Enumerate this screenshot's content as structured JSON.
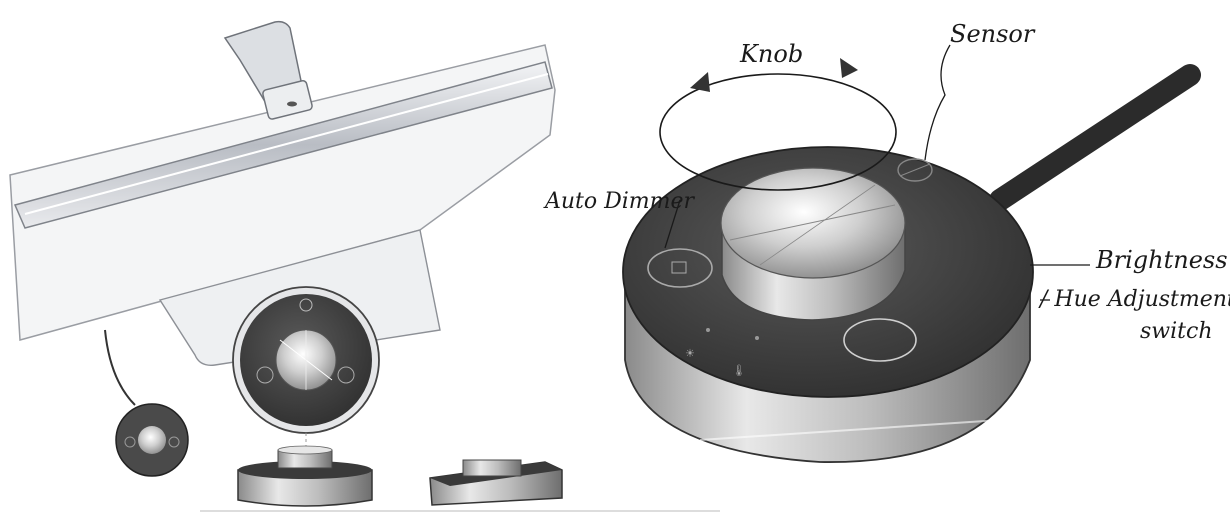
{
  "labels": {
    "knob": "Knob",
    "sensor": "Sensor",
    "auto_dimmer": "Auto Dimmer",
    "brightness": "Brightness",
    "hue_adjustment": "/ Hue Adjustment",
    "switch": "switch"
  },
  "colors": {
    "body_dark": "#3d3d3d",
    "chrome": "#d9d9d9",
    "lamp_bar": "#c8ccd2",
    "ink": "#1a1a1a"
  }
}
